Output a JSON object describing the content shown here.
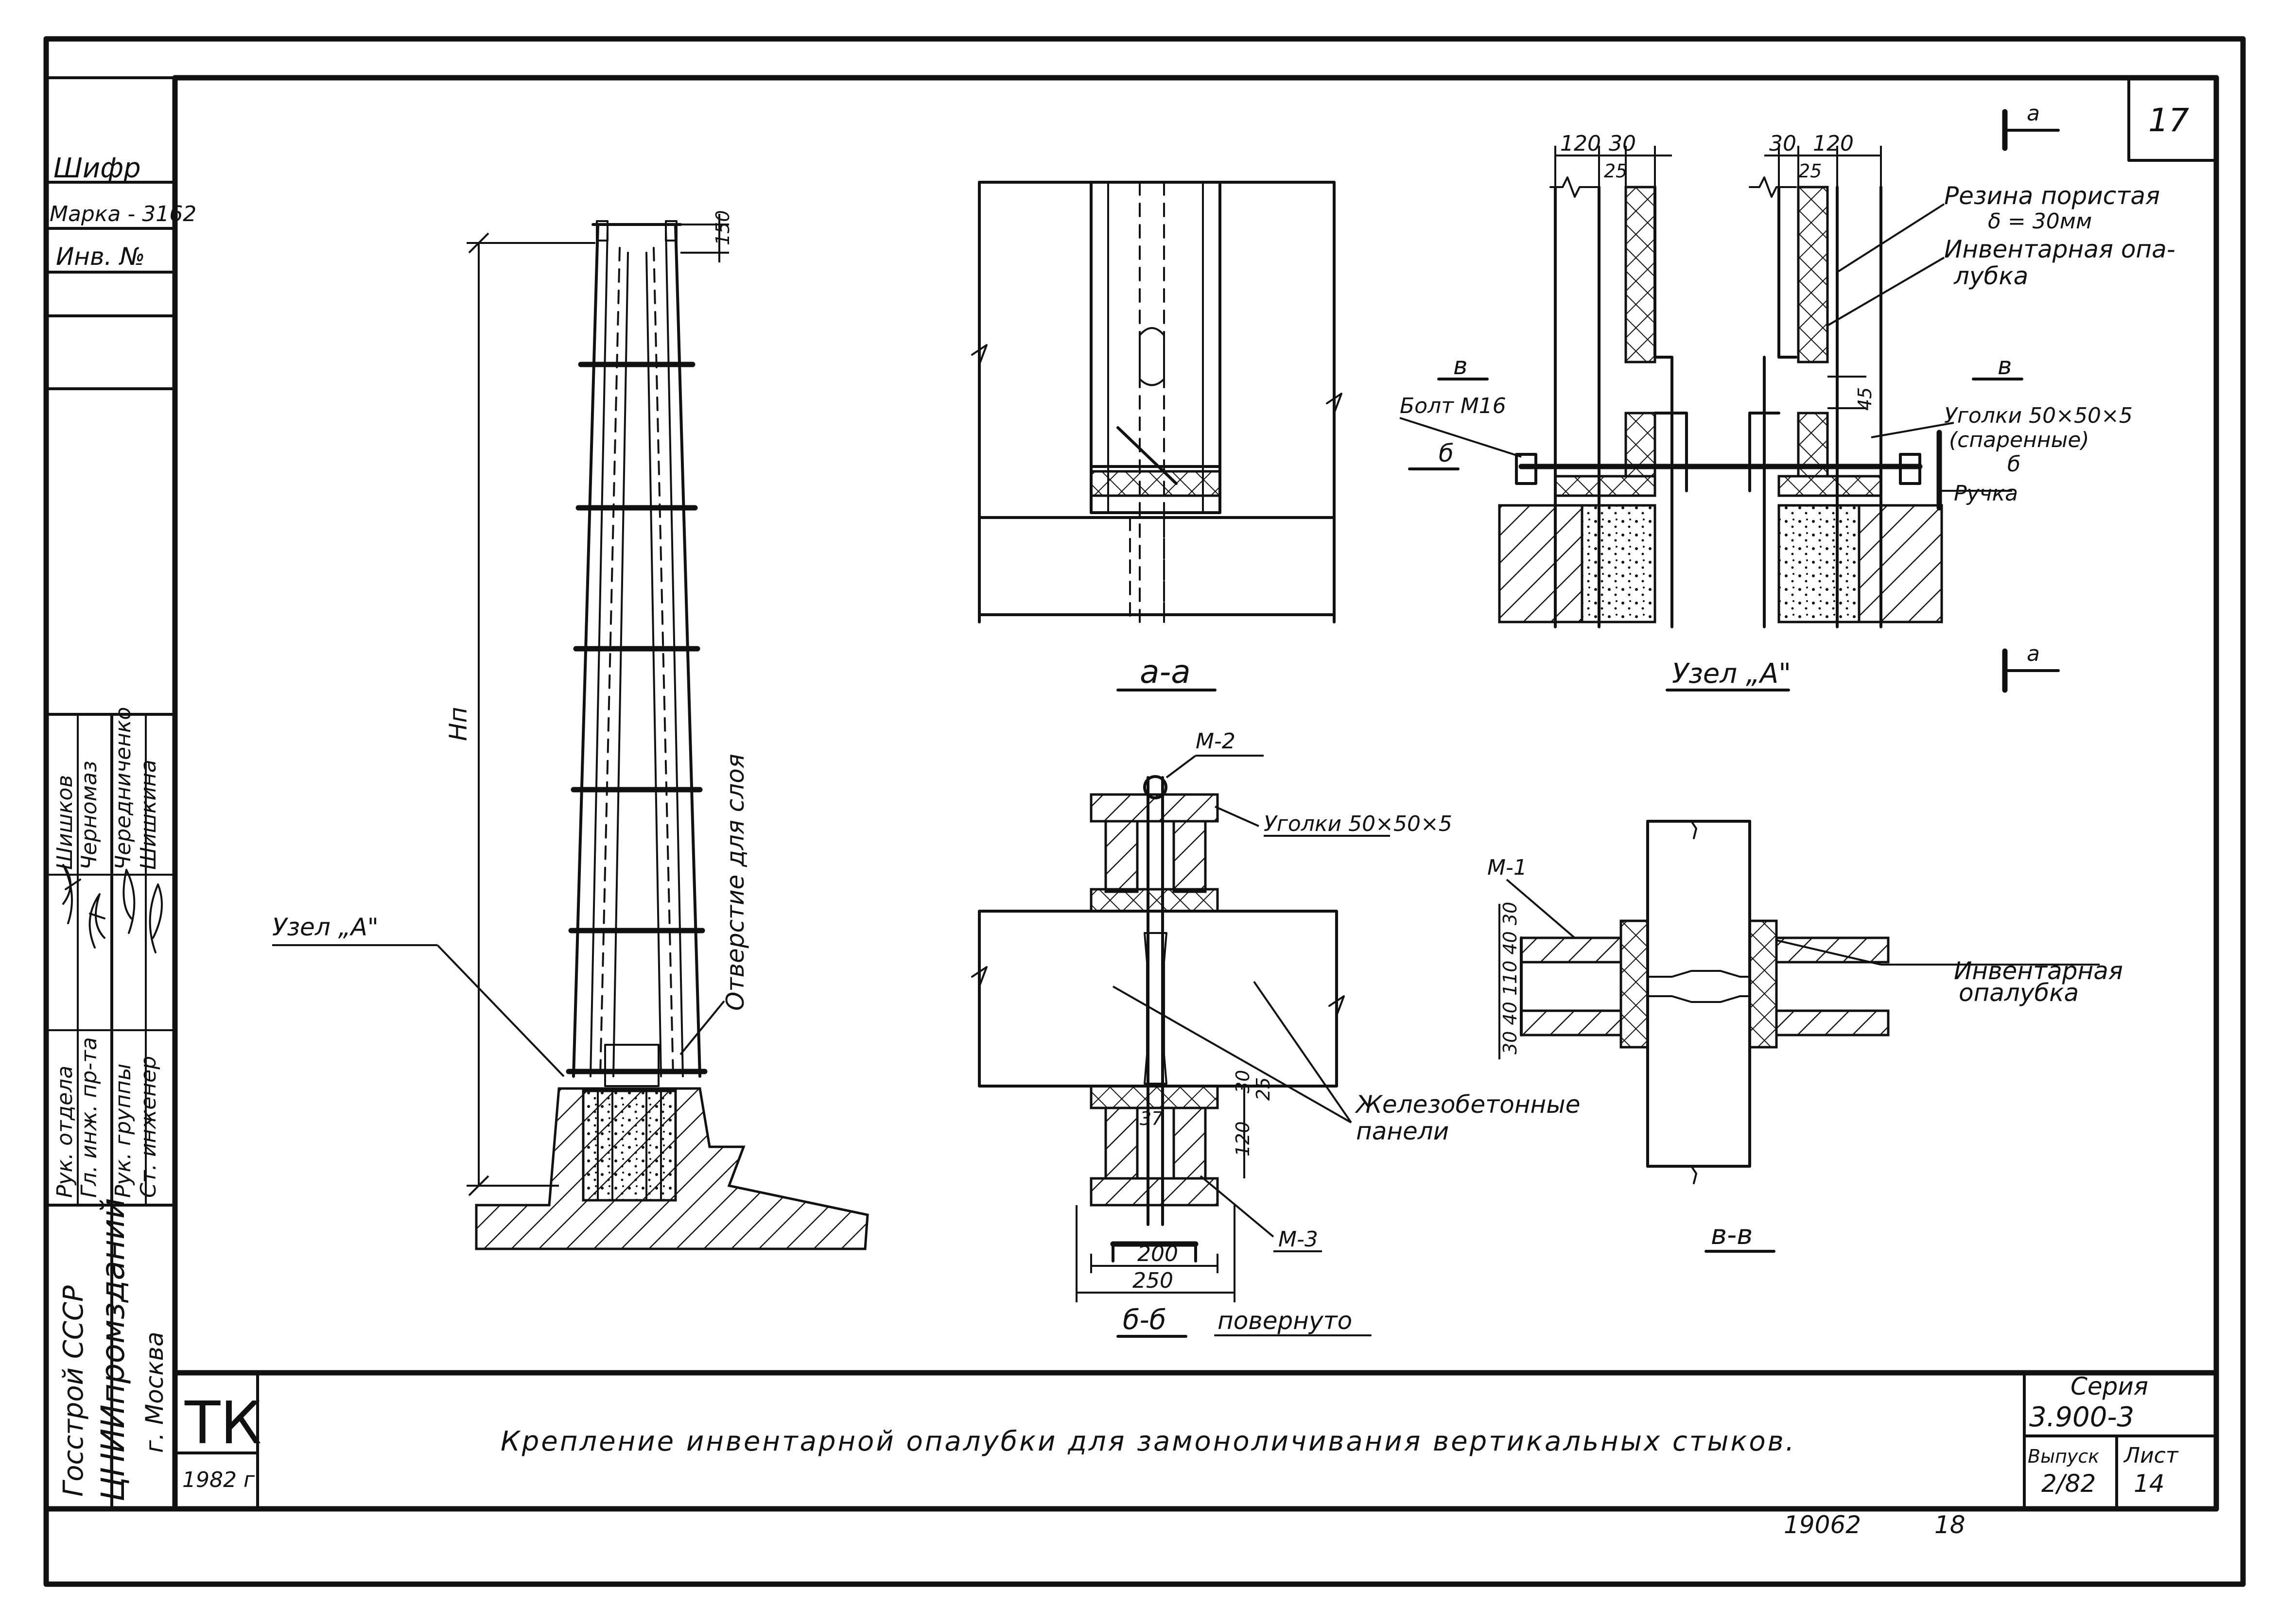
{
  "sheet_number": "17",
  "stamp": {
    "shifr": "Шифр",
    "marka": "Марка - 3162",
    "inv": "Инв. №",
    "org_line1": "Госстрой СССР",
    "org_line2": "ЦНИИпромзданий",
    "org_line3": "г. Москва",
    "roles": [
      "Рук. отдела",
      "Гл. инж. пр-та",
      "Рук. группы",
      "Ст. инженер"
    ],
    "names": [
      "Шишков",
      "Черномаз",
      "Чередниченко",
      "Шишкина"
    ],
    "tk_label": "ТК",
    "year": "1982 г."
  },
  "title_block": {
    "title": "Крепление инвентарной опалубки для замоноличивания вертикальных стыков.",
    "series_label": "Серия",
    "series_value": "3.900-3",
    "issue_label": "Выпуск",
    "issue_value": "2/82",
    "sheet_label": "Лист",
    "sheet_value": "14"
  },
  "bottom_numbers": [
    "19062",
    "18"
  ],
  "labels": {
    "dim_150": "150",
    "hn": "Нп",
    "hole": "Отверстие для слоя",
    "uzel_a_leader": "Узел „А\"",
    "section_aa": "а-а",
    "uzel_a_title": "Узел „А\"",
    "d120_l": "120",
    "d30_l": "30",
    "d25_l": "25",
    "d30_r": "30",
    "d120_r": "120",
    "d25_r": "25",
    "rubber": "Резина пористая",
    "rubber_thk": "δ = 30мм",
    "formwork_1": "Инвентарная опа-",
    "formwork_2": "лубка",
    "cut_v": "в",
    "cut_b": "б",
    "bolt": "Болт М16",
    "d45": "45",
    "angles_top": "Уголки 50×50×5",
    "angles_paired": "(спаренные)",
    "handle": "Ручка",
    "cut_a": "а",
    "m2": "М-2",
    "angles_bb": "Уголки 50×50×5",
    "rc_panels_1": "Железобетонные",
    "rc_panels_2": "панели",
    "d120_bb": "120",
    "d30_bb": "30",
    "d25_bb": "25",
    "d37": "37",
    "m3": "М-3",
    "d200": "200",
    "d250": "250",
    "section_bb": "б-б",
    "rotated": "повернуто",
    "m1": "М-1",
    "vv_dims": "30 40 110 40 30",
    "formwork_vv_1": "Инвентарная",
    "formwork_vv_2": "опалубка",
    "section_vv": "в-в"
  }
}
